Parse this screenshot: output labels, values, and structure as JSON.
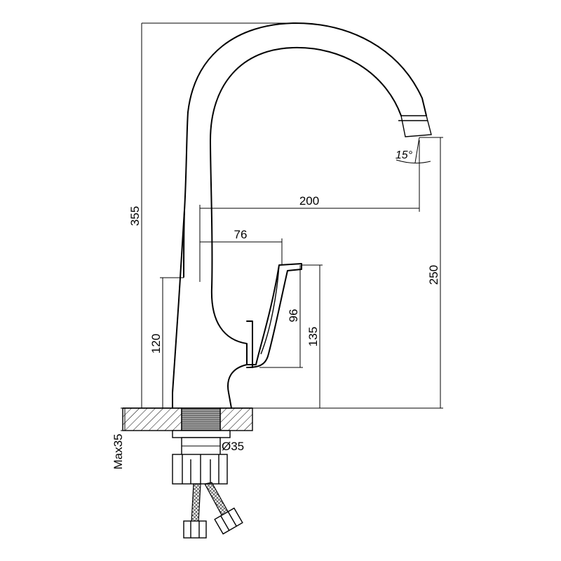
{
  "dimensions": {
    "total_height": "355",
    "spout_height": "250",
    "spout_reach": "200",
    "handle_reach": "76",
    "handle_height": "96",
    "base_to_handle": "135",
    "body_height": "120",
    "spout_angle": "15°",
    "thread_diameter": "Ø35",
    "max_counter_thickness": "Max35"
  },
  "colors": {
    "line": "#000000",
    "background": "#ffffff",
    "hatch_fill": "#b3b3b3"
  }
}
